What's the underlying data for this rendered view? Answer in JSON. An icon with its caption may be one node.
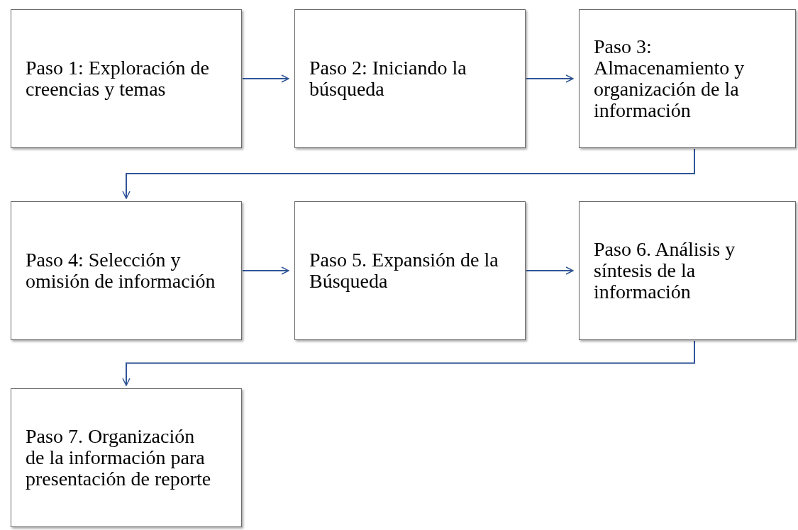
{
  "diagram": {
    "nodes": [
      {
        "text": [
          "Paso 1: Exploración de creencias y temas"
        ]
      },
      {
        "text": [
          "Paso 2: Iniciando la búsqueda"
        ]
      },
      {
        "text": [
          "Paso 3: Almacenamiento y organización de la información"
        ]
      },
      {
        "text": [
          "Paso 4: Selección y omisión de información"
        ]
      },
      {
        "text": [
          "Paso 5. Expansión de la Búsqueda"
        ]
      },
      {
        "text": [
          "Paso 6. Análisis y síntesis de la información"
        ]
      },
      {
        "text": [
          "Paso 7. Organización de la información para presentación de reporte"
        ]
      }
    ],
    "edges": [
      {
        "from": 0,
        "to": 1,
        "arrow": "to"
      },
      {
        "from": 1,
        "to": 2,
        "arrow": "to"
      },
      {
        "from": 2,
        "to": 3,
        "arrow": "to"
      },
      {
        "from": 3,
        "to": 4,
        "arrow": "to"
      },
      {
        "from": 4,
        "to": 5,
        "arrow": "to"
      },
      {
        "from": 5,
        "to": 6,
        "arrow": "to"
      }
    ]
  }
}
